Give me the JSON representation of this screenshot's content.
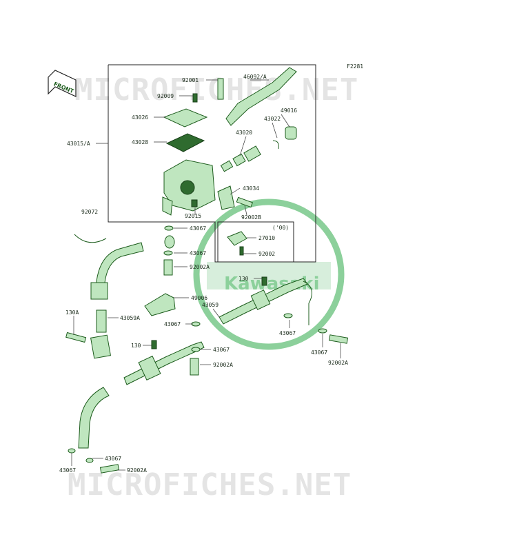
{
  "figure_code": "F2281",
  "front_label": "FRONT",
  "watermark": "MICROFICHES.NET",
  "kawasaki_logo_text": "Kawasaki",
  "variant_note": "('00)",
  "colors": {
    "part_fill": "#bfe6bf",
    "part_stroke": "#1d5c1d",
    "logo_green": "#2faa4a",
    "watermark": "#e4e4e4"
  },
  "labels": [
    {
      "id": "92001",
      "text": "92001"
    },
    {
      "id": "46092A",
      "text": "46092/A"
    },
    {
      "id": "92009",
      "text": "92009"
    },
    {
      "id": "49016",
      "text": "49016"
    },
    {
      "id": "43026",
      "text": "43026"
    },
    {
      "id": "43022",
      "text": "43022"
    },
    {
      "id": "43020",
      "text": "43020"
    },
    {
      "id": "43015A",
      "text": "43015/A"
    },
    {
      "id": "43028",
      "text": "43028"
    },
    {
      "id": "43034",
      "text": "43034"
    },
    {
      "id": "92072",
      "text": "92072"
    },
    {
      "id": "92015",
      "text": "92015"
    },
    {
      "id": "92002B",
      "text": "92002B"
    },
    {
      "id": "43067a",
      "text": "43067"
    },
    {
      "id": "27010",
      "text": "27010"
    },
    {
      "id": "43067b",
      "text": "43067"
    },
    {
      "id": "92002",
      "text": "92002"
    },
    {
      "id": "92002Aa",
      "text": "92002A"
    },
    {
      "id": "130a",
      "text": "130"
    },
    {
      "id": "49006",
      "text": "49006"
    },
    {
      "id": "43059",
      "text": "43059"
    },
    {
      "id": "130A",
      "text": "130A"
    },
    {
      "id": "43059A",
      "text": "43059A"
    },
    {
      "id": "43067c",
      "text": "43067"
    },
    {
      "id": "43067d",
      "text": "43067"
    },
    {
      "id": "130b",
      "text": "130"
    },
    {
      "id": "43067e",
      "text": "43067"
    },
    {
      "id": "43067f",
      "text": "43067"
    },
    {
      "id": "92002Ab",
      "text": "92002A"
    },
    {
      "id": "92002Ac",
      "text": "92002A"
    },
    {
      "id": "43067g",
      "text": "43067"
    },
    {
      "id": "43067h",
      "text": "43067"
    },
    {
      "id": "92002Ad",
      "text": "92002A"
    }
  ]
}
